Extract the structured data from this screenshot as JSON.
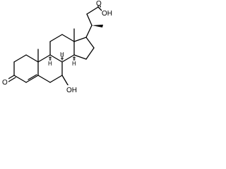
{
  "structure": {
    "labels": {
      "oxo": "O",
      "hydroxyl": "OH",
      "acid_carbonyl_o": "O",
      "acid_oh": "OH",
      "h8": "H",
      "h9": "H",
      "h14": "H"
    },
    "colors": {
      "bond": "#000000",
      "background": "#ffffff"
    }
  }
}
